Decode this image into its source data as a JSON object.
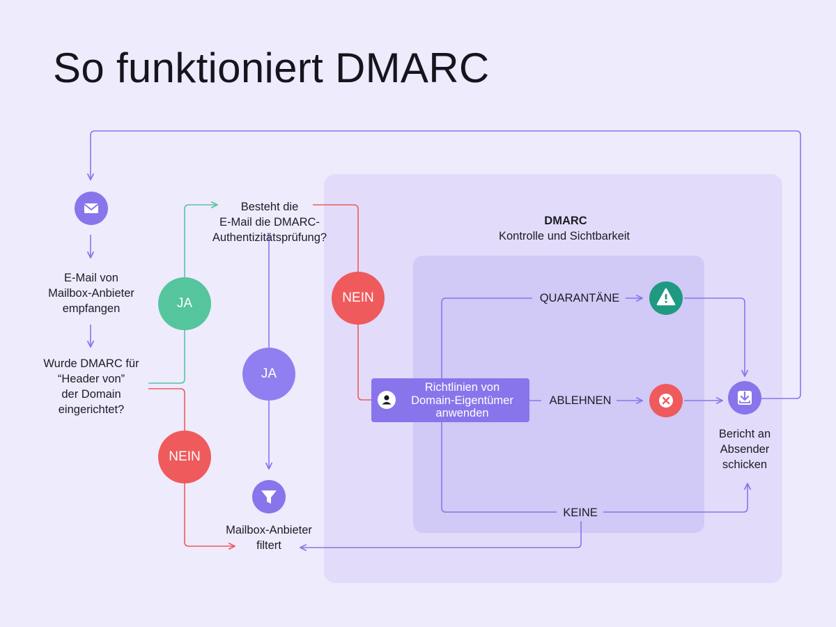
{
  "title": "So funktioniert DMARC",
  "colors": {
    "background": "#eeebfd",
    "outer_panel": "#e2dcfa",
    "inner_panel": "#d1c9f6",
    "purple": "#8875eb",
    "green": "#55c59e",
    "red": "#ef5a5c",
    "teal": "#1f9a80"
  },
  "dmarc_panel": {
    "title": "DMARC",
    "subtitle": "Kontrolle und Sichtbarkeit"
  },
  "nodes": {
    "email_received": {
      "icon": "envelope-icon",
      "label_lines": [
        "E-Mail von",
        "Mailbox-Anbieter",
        "empfangen"
      ]
    },
    "dmarc_question": {
      "label_lines": [
        "Wurde DMARC für",
        "“Header von”",
        "der Domain",
        "eingerichtet?"
      ]
    },
    "auth_question": {
      "label_lines": [
        "Besteht die",
        "E-Mail die DMARC-",
        "Authentizitätsprüfung?"
      ]
    },
    "mailbox_filter": {
      "icon": "filter-icon",
      "label_lines": [
        "Mailbox-Anbieter",
        "filtert"
      ]
    },
    "policy": {
      "icon": "user-icon",
      "label_lines": [
        "Richtlinien von",
        "Domain-Eigentümer",
        "anwenden"
      ]
    },
    "report": {
      "icon": "inbox-download-icon",
      "label_lines": [
        "Bericht an",
        "Absender",
        "schicken"
      ]
    },
    "quarantine_icon": "warning-icon",
    "reject_icon": "x-circle-icon"
  },
  "badges": {
    "ja_first": "JA",
    "nein_first": "NEIN",
    "ja_second": "JA",
    "nein_second": "NEIN"
  },
  "actions": {
    "quarantine": "QUARANTÄNE",
    "reject": "ABLEHNEN",
    "none": "KEINE"
  }
}
